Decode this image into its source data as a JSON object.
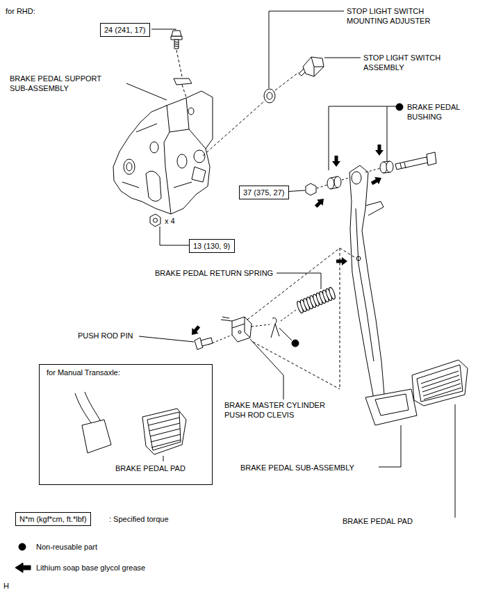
{
  "diagram": {
    "nodes": [
      {
        "text": [
          "24 (241, 17)"
        ]
      },
      {
        "text": [
          "37 (375, 27)"
        ]
      },
      {
        "text": [
          "13 (130, 9)"
        ]
      },
      {
        "text": [
          "for Manual Transaxle:",
          "BRAKE PEDAL PAD"
        ]
      },
      {
        "text": [
          "N*m (kgf*cm, ft.*lbf)"
        ]
      }
    ],
    "labels": [
      "for RHD:",
      "STOP LIGHT SWITCH MOUNTING ADJUSTER",
      "STOP LIGHT SWITCH ASSEMBLY",
      "BRAKE PEDAL SUPPORT SUB-ASSEMBLY",
      "BRAKE PEDAL BUSHING",
      "x 4",
      "BRAKE PEDAL RETURN SPRING",
      "PUSH ROD PIN",
      "BRAKE MASTER CYLINDER PUSH ROD CLEVIS",
      "BRAKE PEDAL SUB-ASSEMBLY",
      "BRAKE PEDAL PAD",
      "H"
    ],
    "legend": [
      {
        "text": ": Specified torque"
      },
      {
        "text": "Non-reusable part"
      },
      {
        "text": "Lithium soap base glycol grease"
      }
    ]
  }
}
